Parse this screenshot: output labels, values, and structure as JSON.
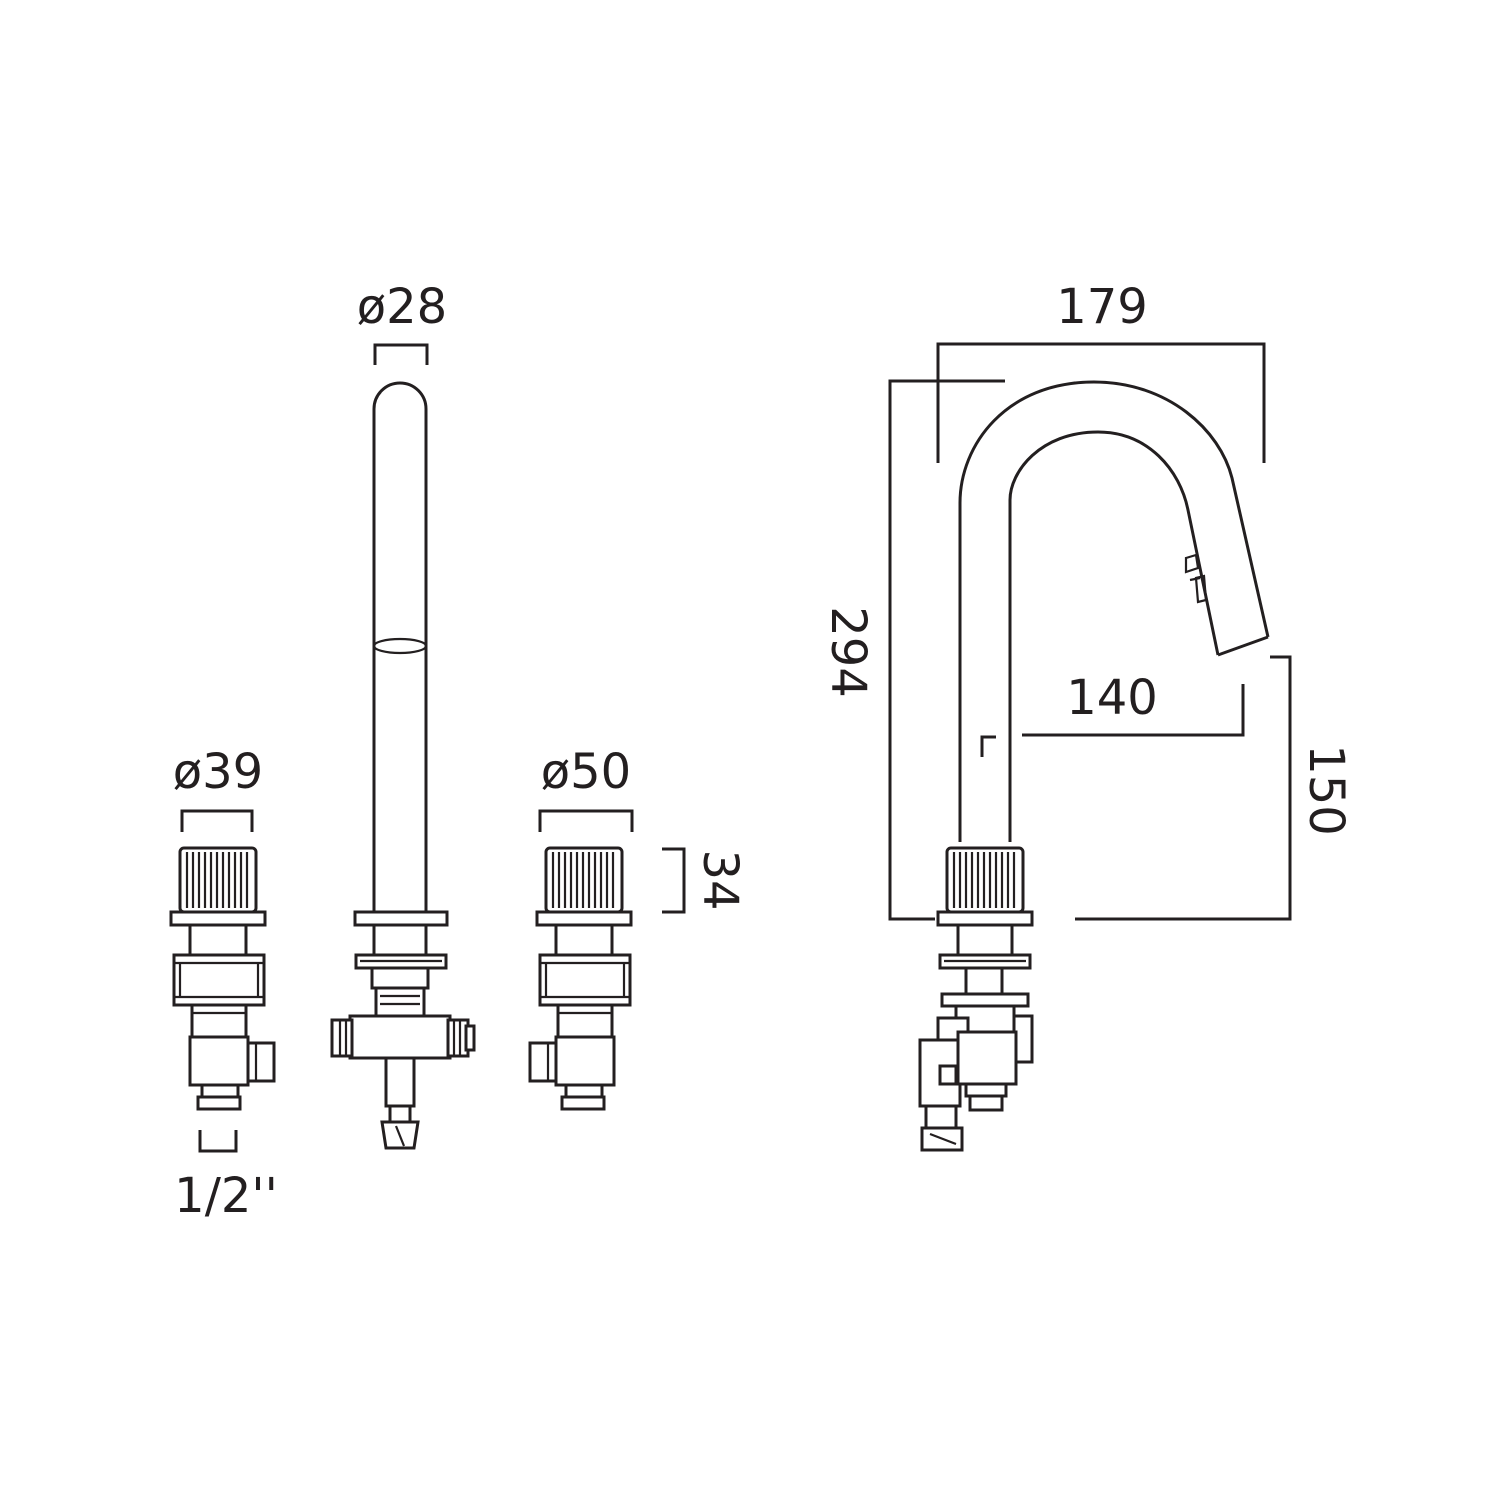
{
  "dimensions": {
    "spout_diameter": "ø28",
    "left_handle_diameter": "ø39",
    "right_handle_diameter": "ø50",
    "handle_height": "34",
    "inlet_thread": "1/2''",
    "spout_projection_top": "179",
    "spout_reach": "140",
    "overall_height": "294",
    "spout_outlet_height": "150"
  },
  "colors": {
    "line": "#231f20",
    "background": "#ffffff"
  }
}
